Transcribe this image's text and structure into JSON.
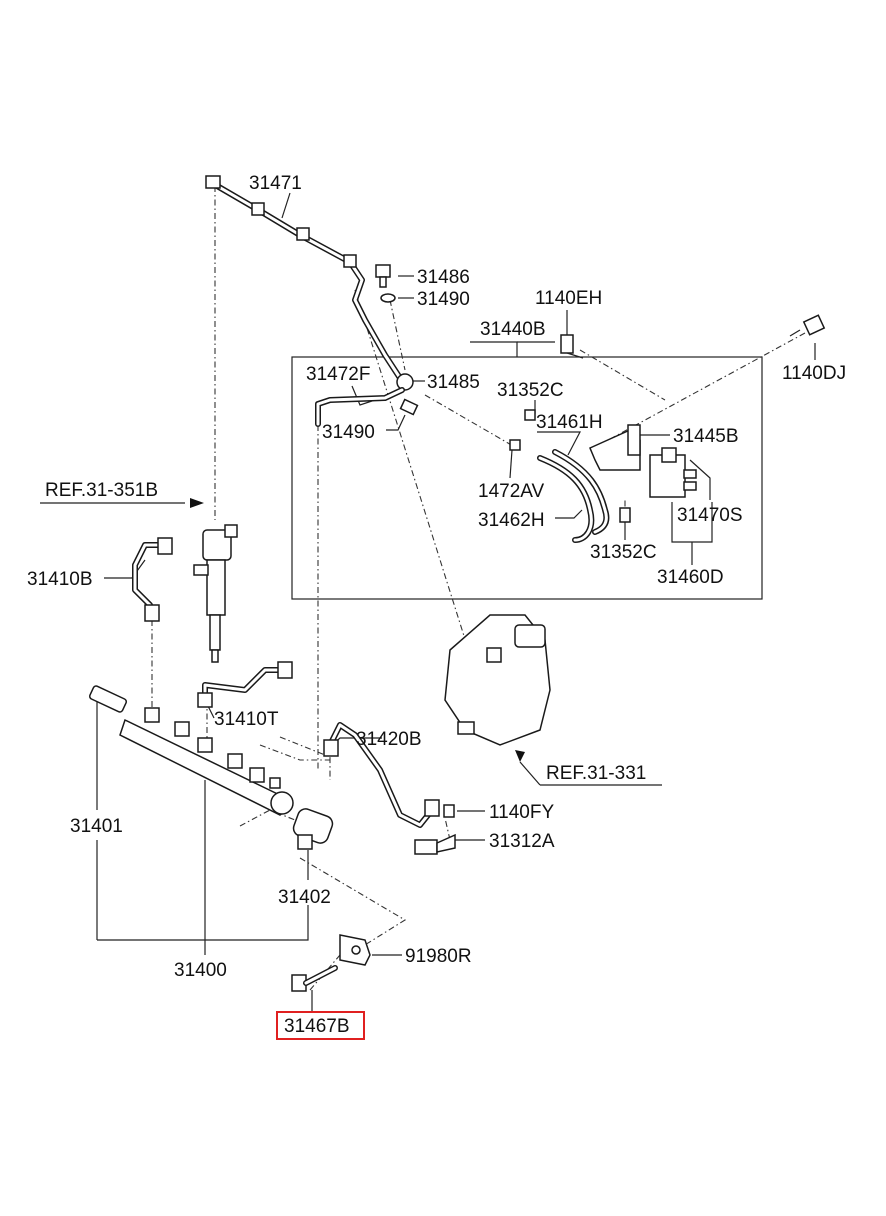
{
  "diagram": {
    "labels": {
      "p31471": "31471",
      "p31486": "31486",
      "p31490a": "31490",
      "p1140EH": "1140EH",
      "p31440B": "31440B",
      "p1140DJ": "1140DJ",
      "p31472F": "31472F",
      "p31485": "31485",
      "p31352Ca": "31352C",
      "p31490b": "31490",
      "p31461H": "31461H",
      "p31445B": "31445B",
      "p1472AV": "1472AV",
      "p31470S": "31470S",
      "p31462H": "31462H",
      "p31352Cb": "31352C",
      "p31460D": "31460D",
      "ref31351B": "REF.31-351B",
      "p31410B": "31410B",
      "p31410T": "31410T",
      "p31420B": "31420B",
      "ref31331": "REF.31-331",
      "p31401": "31401",
      "p1140FY": "1140FY",
      "p31312A": "31312A",
      "p31402": "31402",
      "p91980R": "91980R",
      "p31400": "31400",
      "p31467B": "31467B"
    },
    "highlighted_part": "31467B",
    "highlight_color": "#e02020"
  }
}
